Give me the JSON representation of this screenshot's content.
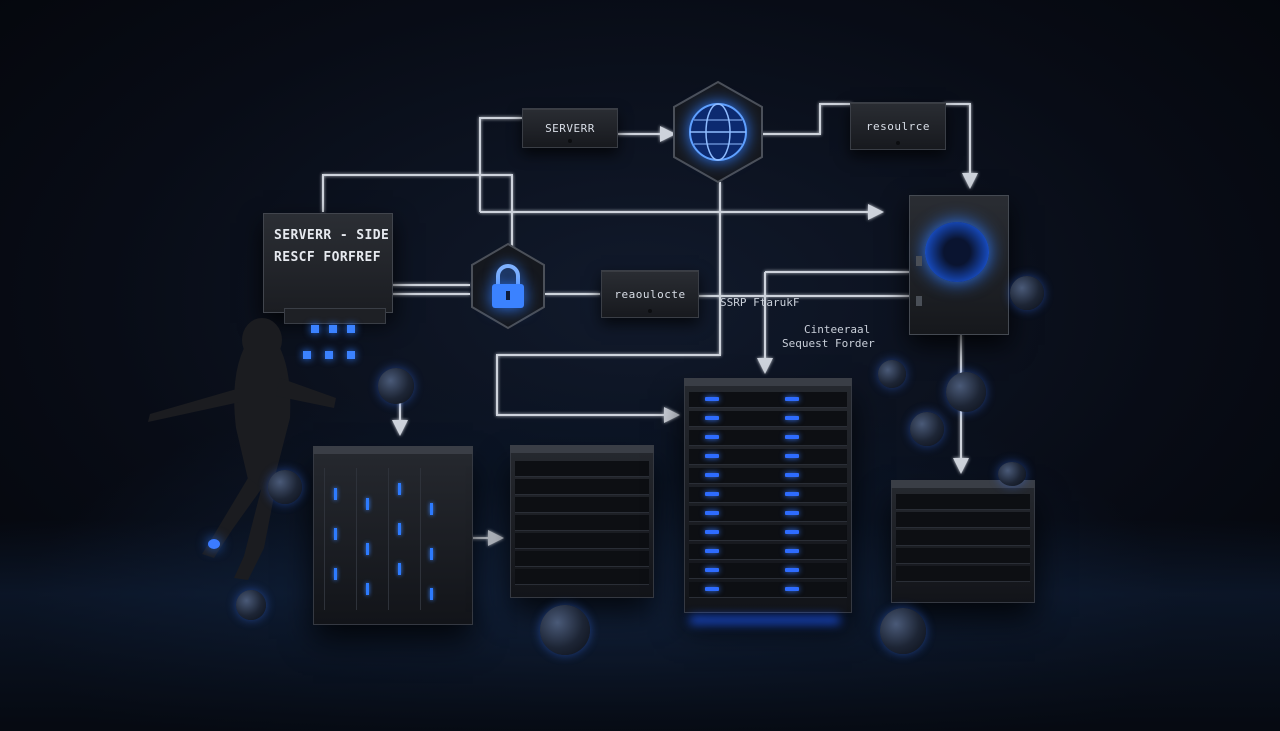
{
  "scene": {
    "description_labels": {
      "panel_line1": "SERVERR - SIDE",
      "panel_line2": "RESCF FORFREF",
      "server_box": "SERVERR",
      "resource_box_top": "resoulrce",
      "resource_box_mid": "reaoulocte",
      "floating_title": "SSRP FtarukF",
      "floating_caption_line1": "Cinteeraal",
      "floating_caption_line2": "Sequest Forder"
    },
    "icons": {
      "globe": "globe-icon",
      "lock": "lock-icon",
      "vault": "vault-icon"
    },
    "colors": {
      "accent": "#2f7bff",
      "wire": "#dfe4ec",
      "background": "#05070d"
    }
  }
}
